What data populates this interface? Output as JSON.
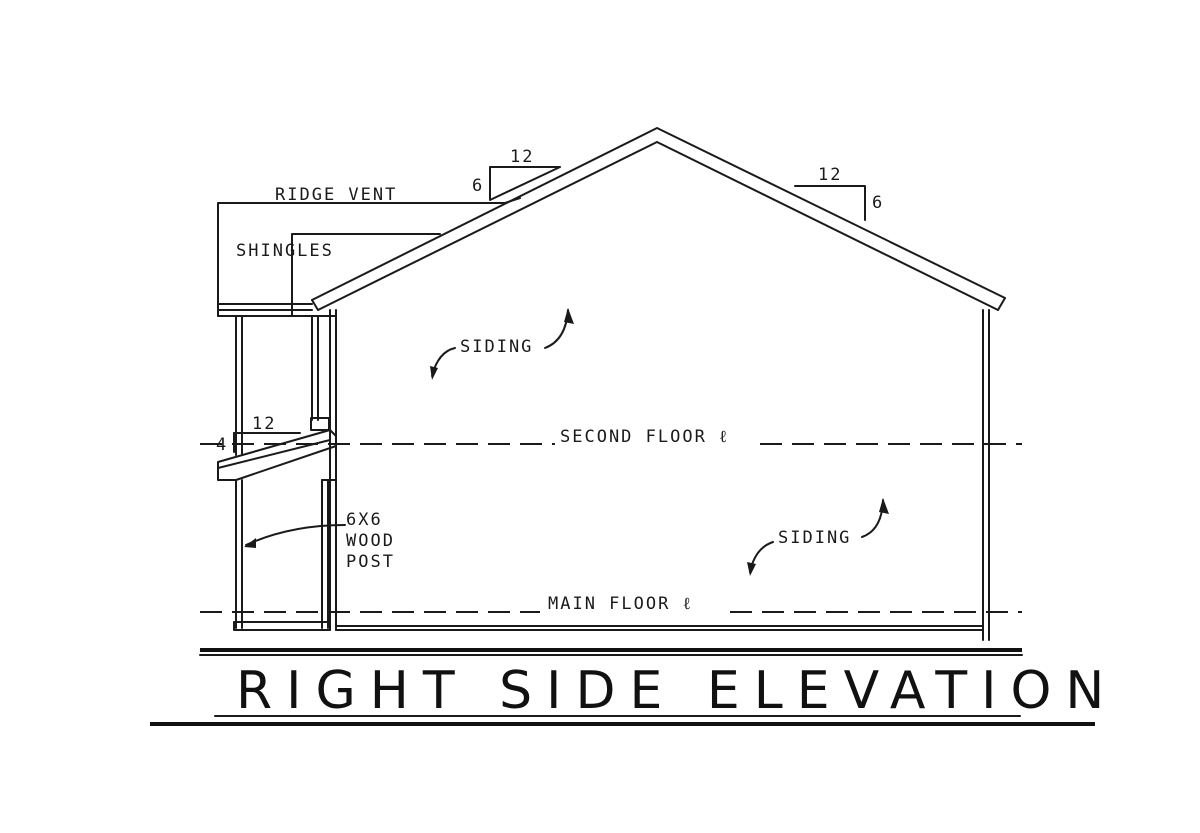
{
  "title": "RIGHT SIDE ELEVATION",
  "labels": {
    "ridge_vent": "RIDGE VENT",
    "shingles": "SHINGLES",
    "siding_upper": "SIDING",
    "siding_lower": "SIDING",
    "second_floor": "SECOND FLOOR ℓ",
    "main_floor": "MAIN FLOOR ℓ",
    "post_line1": "6X6",
    "post_line2": "WOOD",
    "post_line3": "POST"
  },
  "pitches": {
    "left_roof": {
      "run": "12",
      "rise": "6"
    },
    "right_roof": {
      "run": "12",
      "rise": "6"
    },
    "porch_roof": {
      "run": "12",
      "rise": "4"
    }
  }
}
